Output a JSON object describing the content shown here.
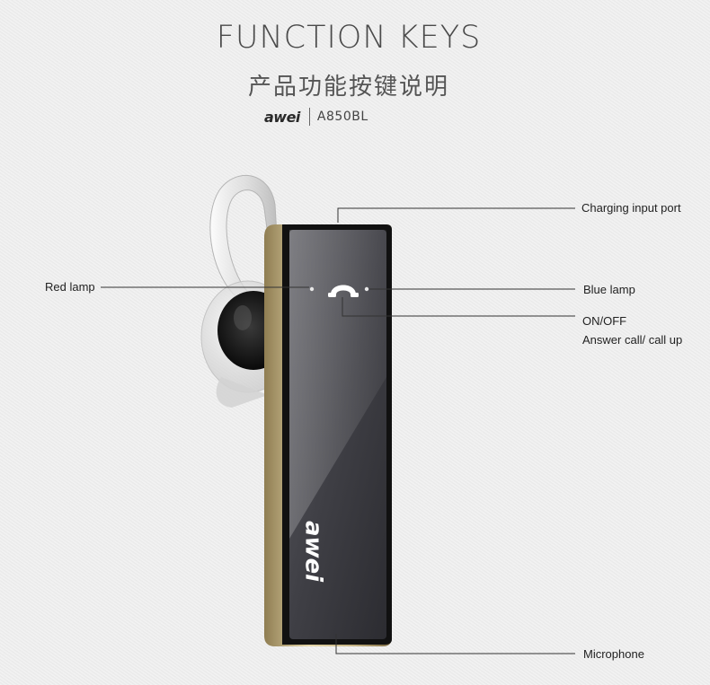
{
  "header": {
    "title_en": "FUNCTION KEYS",
    "title_zh": "产品功能按键说明",
    "brand": "awei",
    "model": "A850BL"
  },
  "device": {
    "body_brand": "awei",
    "colors": {
      "face": "#4a4a4f",
      "trim": "#c9b98a",
      "ear_tip": "#1c1c1c"
    }
  },
  "callouts": {
    "charging_port": "Charging input port",
    "red_lamp": "Red lamp",
    "blue_lamp": "Blue lamp",
    "on_off": "ON/OFF",
    "answer_call": "Answer call/ call up",
    "microphone": "Microphone"
  },
  "icons": {
    "phone_key": "phone-handset-icon"
  }
}
